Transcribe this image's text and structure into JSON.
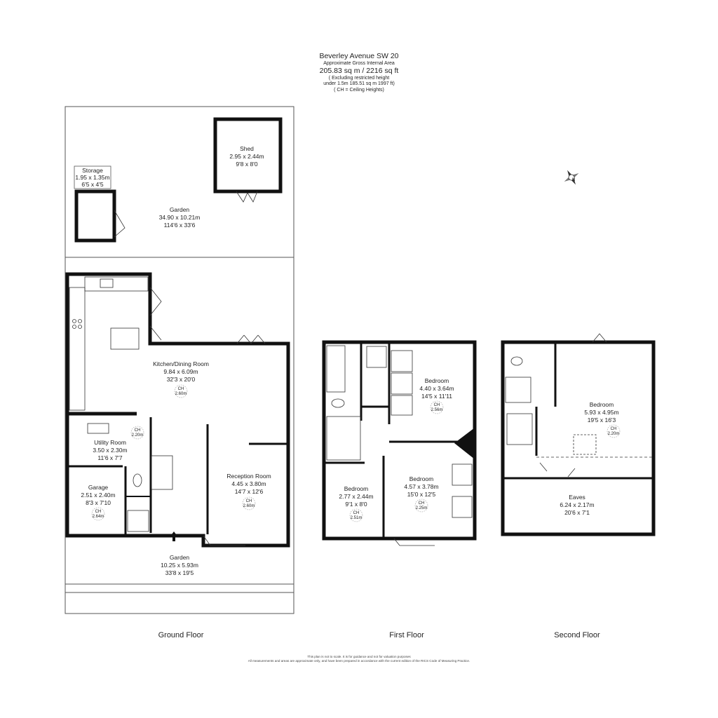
{
  "header": {
    "address": "Beverley Avenue SW 20",
    "area_label": "Approximate Gross Internal Area",
    "area_total": "205.83 sq m / 2216 sq ft",
    "excl_note": "( Excluding restricted height",
    "restricted": "under 1.5m 185.51 sq m 1997 ft)",
    "ch_note": "( CH = Ceiling Heights)"
  },
  "rooms": {
    "shed": {
      "name": "Shed",
      "metric": "2.95 x 2.44m",
      "imperial": "9'8 x 8'0"
    },
    "storage": {
      "name": "Storage",
      "metric": "1.95 x 1.35m",
      "imperial": "6'5 x 4'5"
    },
    "garden_rear": {
      "name": "Garden",
      "metric": "34.90 x 10.21m",
      "imperial": "114'6 x 33'6"
    },
    "kitchen": {
      "name": "Kitchen/Dining Room",
      "metric": "9.84 x 6.09m",
      "imperial": "32'3 x 20'0",
      "ch": "2.60m"
    },
    "utility": {
      "name": "Utility Room",
      "metric": "3.50 x 2.30m",
      "imperial": "11'6 x 7'7",
      "ch": "2.20m"
    },
    "reception": {
      "name": "Reception Room",
      "metric": "4.45 x 3.80m",
      "imperial": "14'7 x 12'6",
      "ch": "2.60m"
    },
    "garage": {
      "name": "Garage",
      "metric": "2.51 x 2.40m",
      "imperial": "8'3 x 7'10",
      "ch": "2.64m"
    },
    "garden_front": {
      "name": "Garden",
      "metric": "10.25 x 5.93m",
      "imperial": "33'8 x 19'5"
    },
    "bed_f1_a": {
      "name": "Bedroom",
      "metric": "4.40 x 3.64m",
      "imperial": "14'5 x 11'11",
      "ch": "2.56m"
    },
    "bed_f1_b": {
      "name": "Bedroom",
      "metric": "4.57 x 3.78m",
      "imperial": "15'0 x 12'5",
      "ch": "2.25m"
    },
    "bed_f1_c": {
      "name": "Bedroom",
      "metric": "2.77 x 2.44m",
      "imperial": "9'1 x 8'0",
      "ch": "2.51m"
    },
    "bed_f2": {
      "name": "Bedroom",
      "metric": "5.93 x 4.95m",
      "imperial": "19'5 x 16'3",
      "ch": "2.20m"
    },
    "eaves": {
      "name": "Eaves",
      "metric": "6.24 x 2.17m",
      "imperial": "20'6 x 7'1"
    }
  },
  "ch_prefix": "CH",
  "compass_letter": "N",
  "floors": {
    "ground": "Ground Floor",
    "first": "First Floor",
    "second": "Second Floor"
  },
  "disclaimer": {
    "line1": "This plan is not to scale. It is for guidance and not for valuation purposes",
    "line2": "All measurements and areas are approximate only, and have been prepared in accordance with the current edition of the RICS Code of Measuring Practice."
  },
  "colors": {
    "wall": "#111111",
    "line": "#333333",
    "bg": "#ffffff"
  }
}
